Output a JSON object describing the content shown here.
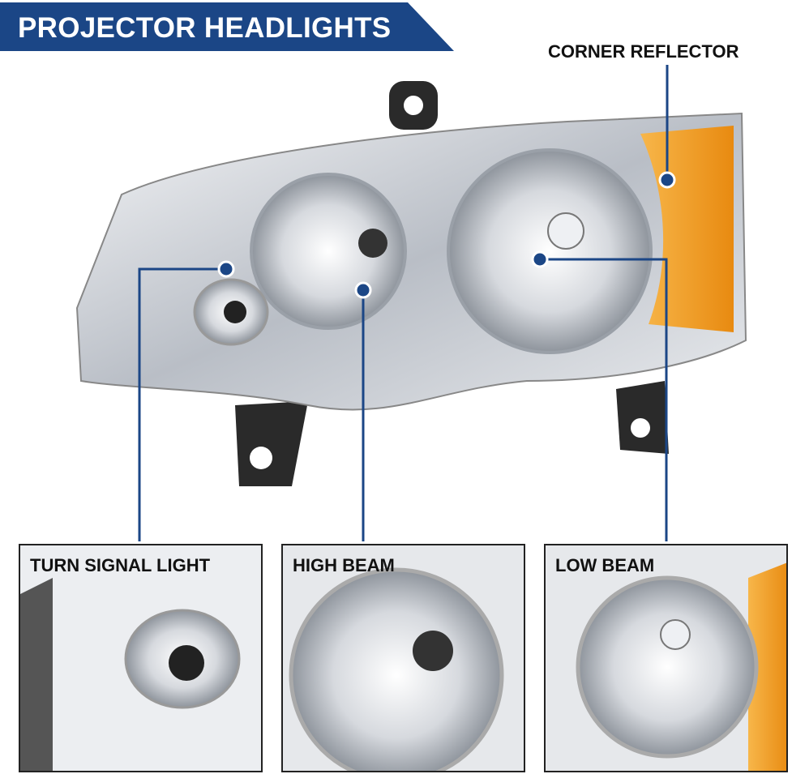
{
  "banner": {
    "title": "PROJECTOR HEADLIGHTS"
  },
  "callouts": {
    "corner_reflector": "CORNER REFLECTOR"
  },
  "details": [
    {
      "label": "TURN SIGNAL LIGHT"
    },
    {
      "label": "HIGH BEAM"
    },
    {
      "label": "LOW BEAM"
    }
  ],
  "colors": {
    "brand_blue": "#1b4686",
    "amber": "#f0a020",
    "chrome": "#c8ccd2",
    "connector": "#2a2a2a"
  }
}
